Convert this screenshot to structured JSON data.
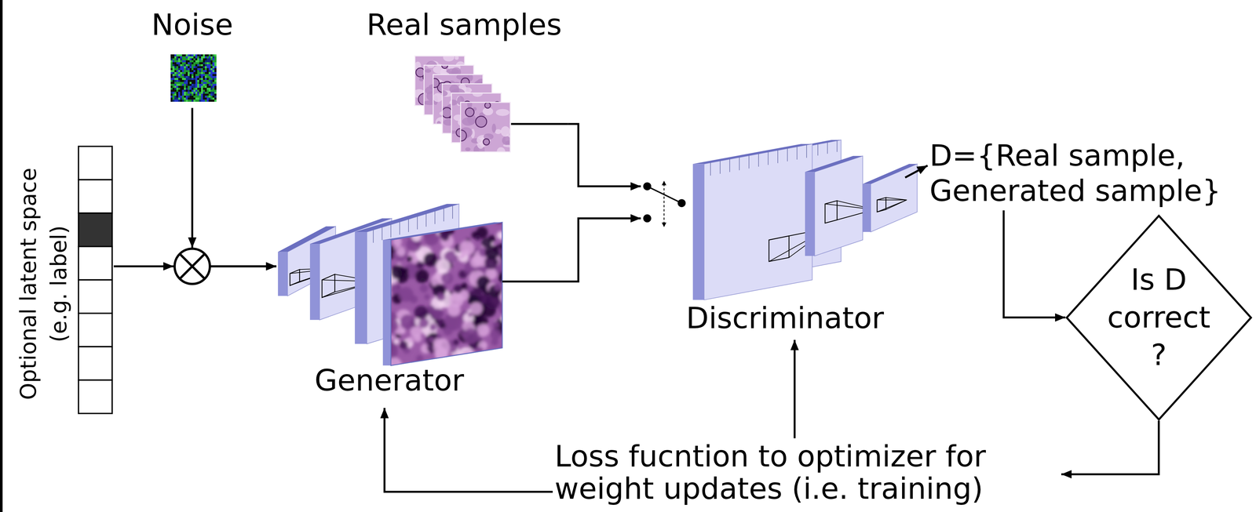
{
  "diagram": {
    "nodes": [
      {
        "text": [
          "Noise"
        ]
      },
      {
        "text": [
          "Real samples"
        ]
      },
      {
        "text": [
          "Optional latent space (e.g. label)"
        ]
      },
      {
        "text": [
          "Generator"
        ]
      },
      {
        "text": [
          "Discriminator"
        ]
      },
      {
        "text": [
          "D={Real sample, Generated sample}"
        ]
      },
      {
        "text": [
          "Is D correct ?"
        ]
      },
      {
        "text": [
          "Loss fucntion to optimizer for weight updates (i.e. training)"
        ]
      }
    ],
    "edges": [
      {
        "from": 0,
        "to": 3,
        "arrow": "to"
      },
      {
        "from": 2,
        "to": 3,
        "arrow": "to"
      },
      {
        "from": 1,
        "to": 4,
        "arrow": "to"
      },
      {
        "from": 3,
        "to": 4,
        "arrow": "to"
      },
      {
        "from": 4,
        "to": 5,
        "arrow": "to"
      },
      {
        "from": 5,
        "to": 6,
        "arrow": "to"
      },
      {
        "from": 6,
        "to": 7,
        "arrow": "to"
      },
      {
        "from": 7,
        "to": 3,
        "arrow": "to"
      },
      {
        "from": 7,
        "to": 4,
        "arrow": "to"
      }
    ]
  }
}
